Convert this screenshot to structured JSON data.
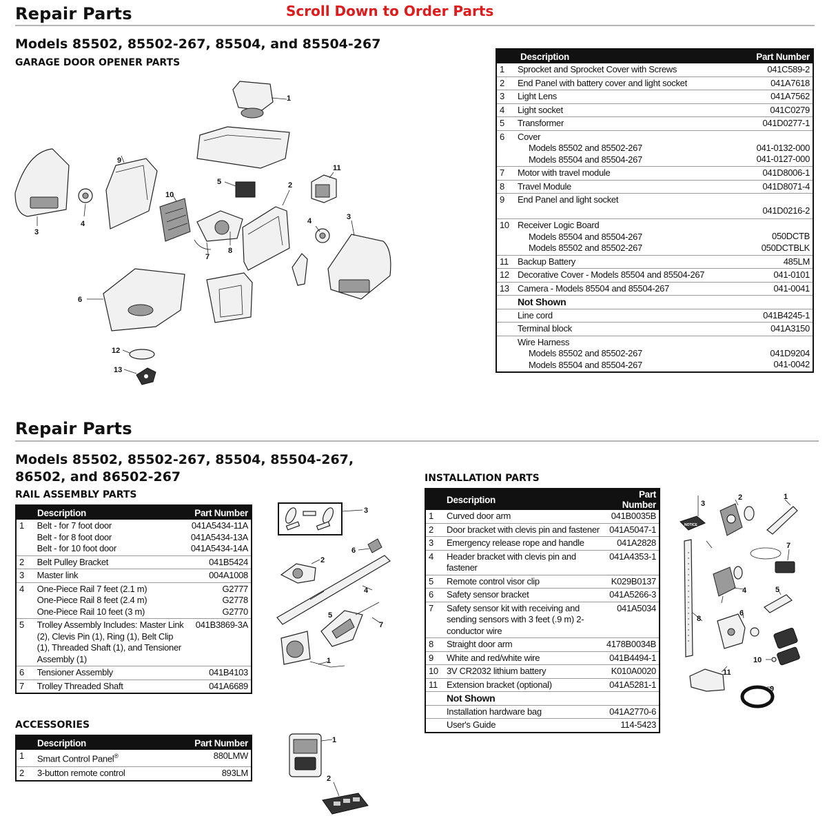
{
  "page": {
    "title_top": "Repair Parts",
    "scroll_notice": "Scroll Down to Order Parts",
    "title_bottom": "Repair Parts"
  },
  "opener": {
    "models": "Models 85502, 85502-267, 85504, and 85504-267",
    "section": "GARAGE DOOR OPENER PARTS",
    "header": {
      "description": "Description",
      "part_number": "Part Number"
    },
    "rows": [
      {
        "no": "1",
        "desc": "Sprocket and Sprocket Cover with Screws",
        "pn": "041C589-2"
      },
      {
        "no": "2",
        "desc": "End Panel with battery cover and light socket",
        "pn": "041A7618"
      },
      {
        "no": "3",
        "desc": "Light Lens",
        "pn": "041A7562"
      },
      {
        "no": "4",
        "desc": "Light socket",
        "pn": "041C0279"
      },
      {
        "no": "5",
        "desc": "Transformer",
        "pn": "041D0277-1"
      },
      {
        "no": "6",
        "desc": "Cover",
        "sub1": "Models 85502 and 85502-267",
        "pn1": "041-0132-000",
        "sub2": "Models 85504 and 85504-267",
        "pn2": "041-0127-000"
      },
      {
        "no": "7",
        "desc": "Motor with travel module",
        "pn": "041D8006-1"
      },
      {
        "no": "8",
        "desc": "Travel Module",
        "pn": "041D8071-4"
      },
      {
        "no": "9",
        "desc": "End Panel and light socket",
        "pn": "041D0216-2"
      },
      {
        "no": "10",
        "desc": "Receiver Logic Board",
        "sub1": "Models 85504 and 85504-267",
        "pn1": "050DCTB",
        "sub2": "Models 85502 and 85502-267",
        "pn2": "050DCTBLK"
      },
      {
        "no": "11",
        "desc": "Backup Battery",
        "pn": "485LM"
      },
      {
        "no": "12",
        "desc": "Decorative Cover - Models 85504 and 85504-267",
        "pn": "041-0101"
      },
      {
        "no": "13",
        "desc": "Camera - Models 85504 and 85504-267",
        "pn": "041-0041"
      }
    ],
    "not_shown_label": "Not Shown",
    "not_shown": [
      {
        "desc": "Line cord",
        "pn": "041B4245-1"
      },
      {
        "desc": "Terminal block",
        "pn": "041A3150"
      },
      {
        "desc": "Wire Harness",
        "sub1": "Models 85502 and 85502-267",
        "pn1": "041D9204",
        "sub2": "Models 85504 and 85504-267",
        "pn2": "041-0042"
      }
    ],
    "callouts": [
      "1",
      "2",
      "3",
      "4",
      "5",
      "6",
      "7",
      "8",
      "9",
      "10",
      "11",
      "12",
      "13",
      "3",
      "4"
    ]
  },
  "rail": {
    "models": "Models 85502, 85502-267, 85504, 85504-267, 86502, and 86502-267",
    "section": "RAIL ASSEMBLY PARTS",
    "header": {
      "description": "Description",
      "part_number": "Part Number"
    },
    "rows": [
      {
        "no": "1",
        "lines": [
          "Belt - for 7 foot door",
          "Belt - for 8 foot door",
          "Belt - for 10 foot door"
        ],
        "pns": [
          "041A5434-11A",
          "041A5434-13A",
          "041A5434-14A"
        ]
      },
      {
        "no": "2",
        "lines": [
          "Belt Pulley Bracket"
        ],
        "pns": [
          "041B5424"
        ]
      },
      {
        "no": "3",
        "lines": [
          "Master link"
        ],
        "pns": [
          "004A1008"
        ]
      },
      {
        "no": "4",
        "lines": [
          "One-Piece Rail 7 feet (2.1 m)",
          "One-Piece Rail 8 feet (2.4 m)",
          "One-Piece Rail 10 feet (3 m)"
        ],
        "pns": [
          "G2777",
          "G2778",
          "G2770"
        ]
      },
      {
        "no": "5",
        "lines": [
          "Trolley Assembly Includes: Master Link (2), Clevis Pin (1), Ring (1), Belt Clip (1), Threaded Shaft (1), and Tensioner Assembly (1)"
        ],
        "pns": [
          "041B3869-3A"
        ]
      },
      {
        "no": "6",
        "lines": [
          "Tensioner Assembly"
        ],
        "pns": [
          "041B4103"
        ]
      },
      {
        "no": "7",
        "lines": [
          "Trolley Threaded Shaft"
        ],
        "pns": [
          "041A6689"
        ]
      }
    ],
    "callouts": [
      "3",
      "6",
      "2",
      "4",
      "5",
      "7",
      "1"
    ]
  },
  "accessories": {
    "section": "ACCESSORIES",
    "header": {
      "description": "Description",
      "part_number": "Part Number"
    },
    "rows": [
      {
        "no": "1",
        "desc": "Smart Control Panel",
        "reg": "®",
        "pn": "880LMW"
      },
      {
        "no": "2",
        "desc": "3-button remote control",
        "pn": "893LM"
      }
    ],
    "callouts": [
      "1",
      "2"
    ]
  },
  "installation": {
    "section": "INSTALLATION PARTS",
    "header": {
      "description": "Description",
      "part_number": "Part Number"
    },
    "rows": [
      {
        "no": "1",
        "desc": "Curved door arm",
        "pn": "041B0035B"
      },
      {
        "no": "2",
        "desc": "Door bracket with clevis pin and fastener",
        "pn": "041A5047-1"
      },
      {
        "no": "3",
        "desc": "Emergency release rope and handle",
        "pn": "041A2828"
      },
      {
        "no": "4",
        "desc": "Header bracket with clevis pin and fastener",
        "pn": "041A4353-1"
      },
      {
        "no": "5",
        "desc": "Remote control visor clip",
        "pn": "K029B0137"
      },
      {
        "no": "6",
        "desc": "Safety sensor bracket",
        "pn": "041A5266-3"
      },
      {
        "no": "7",
        "desc": "Safety sensor kit with receiving and sending sensors with 3 feet (.9 m) 2-conductor wire",
        "pn": "041A5034"
      },
      {
        "no": "8",
        "desc": "Straight door arm",
        "pn": "4178B0034B"
      },
      {
        "no": "9",
        "desc": "White and red/white wire",
        "pn": "041B4494-1"
      },
      {
        "no": "10",
        "desc": "3V CR2032 lithium battery",
        "pn": "K010A0020"
      },
      {
        "no": "11",
        "desc": "Extension bracket (optional)",
        "pn": "041A5281-1"
      }
    ],
    "not_shown_label": "Not Shown",
    "not_shown": [
      {
        "desc": "Installation hardware bag",
        "pn": "041A2770-6"
      },
      {
        "desc": "User's Guide",
        "pn": "114-5423"
      }
    ],
    "notice_label": "NOTICE",
    "callouts": [
      "3",
      "2",
      "1",
      "7",
      "4",
      "5",
      "8",
      "6",
      "10",
      "11",
      "9"
    ]
  }
}
